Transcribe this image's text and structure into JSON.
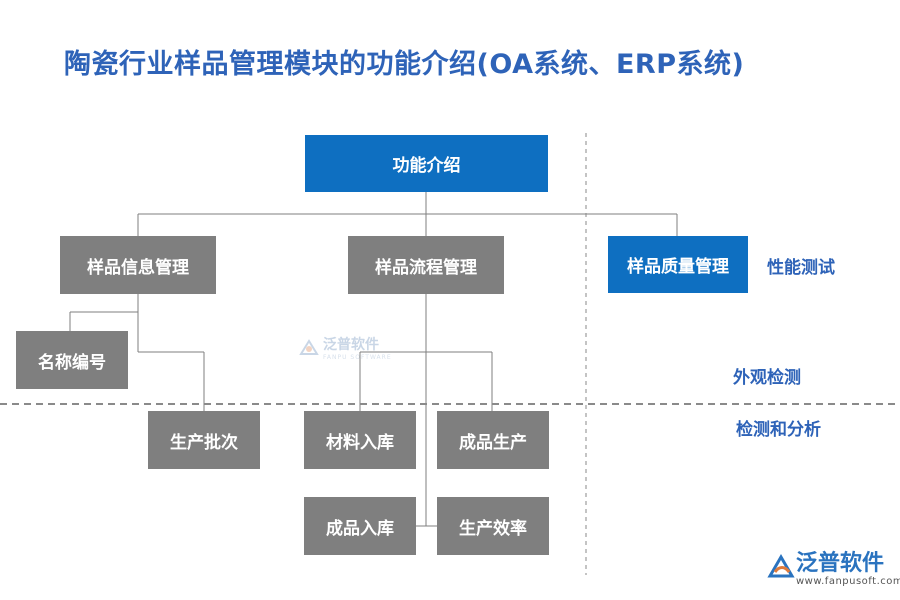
{
  "title": "陶瓷行业样品管理模块的功能介绍(OA系统、ERP系统)",
  "root": "功能介绍",
  "modules": {
    "info": "样品信息管理",
    "flow": "样品流程管理",
    "quality": "样品质量管理"
  },
  "info_children": {
    "name_no": "名称编号",
    "batch": "生产批次"
  },
  "flow_children": {
    "material_in": "材料入库",
    "product_prod": "成品生产",
    "product_in": "成品入库",
    "efficiency": "生产效率"
  },
  "quality_items": {
    "performance": "性能测试",
    "appearance": "外观检测",
    "analysis": "检测和分析"
  },
  "watermark": {
    "brand": "泛普软件",
    "sub": "FANPU SOFTWARE"
  },
  "logo": {
    "brand": "泛普软件",
    "url": "www.fanpusoft.com"
  },
  "colors": {
    "title": "#2e63b8",
    "blue_box": "#0e6fc1",
    "gray_box": "#7f7f7f"
  }
}
